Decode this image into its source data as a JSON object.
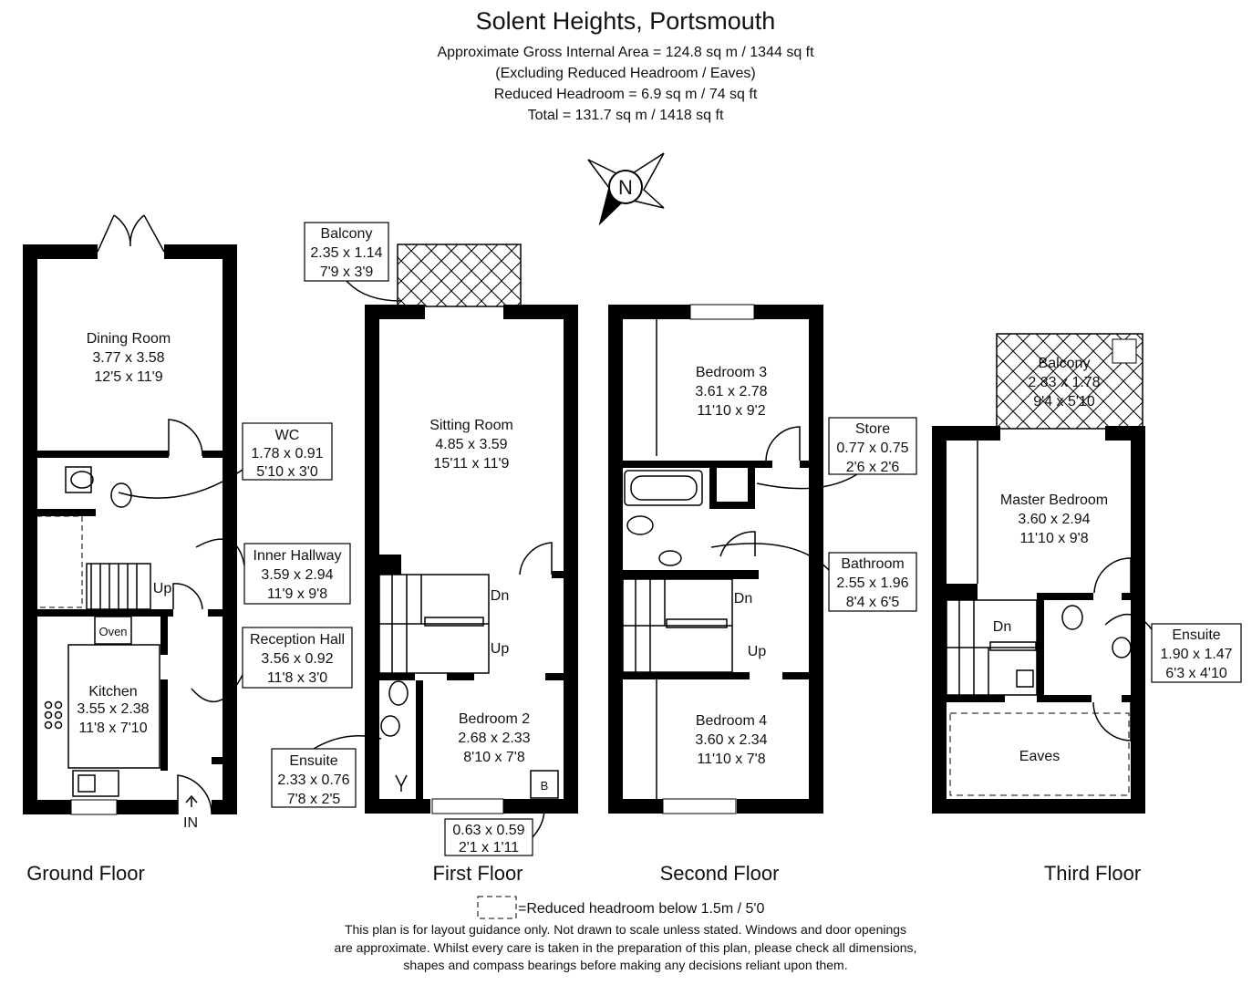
{
  "header": {
    "title": "Solent Heights, Portsmouth",
    "line1": "Approximate Gross Internal Area = 124.8 sq m / 1344 sq ft",
    "line2": "(Excluding Reduced Headroom / Eaves)",
    "line3": "Reduced Headroom = 6.9 sq m / 74 sq ft",
    "line4": "Total = 131.7 sq m / 1418 sq ft"
  },
  "compass": {
    "label": "N"
  },
  "floors": {
    "ground": "Ground Floor",
    "first": "First Floor",
    "second": "Second Floor",
    "third": "Third Floor"
  },
  "rooms": {
    "dining": {
      "name": "Dining Room",
      "metric": "3.77 x 3.58",
      "imperial": "12'5 x 11'9"
    },
    "wc": {
      "name": "WC",
      "metric": "1.78 x 0.91",
      "imperial": "5'10 x 3'0"
    },
    "inner_hall": {
      "name": "Inner Hallway",
      "metric": "3.59 x 2.94",
      "imperial": "11'9 x 9'8"
    },
    "reception": {
      "name": "Reception Hall",
      "metric": "3.56 x 0.92",
      "imperial": "11'8 x 3'0"
    },
    "kitchen": {
      "name": "Kitchen",
      "metric": "3.55 x 2.38",
      "imperial": "11'8 x 7'10"
    },
    "balcony1": {
      "name": "Balcony",
      "metric": "2.35 x 1.14",
      "imperial": "7'9 x 3'9"
    },
    "sitting": {
      "name": "Sitting Room",
      "metric": "4.85 x 3.59",
      "imperial": "15'11 x 11'9"
    },
    "ensuite1": {
      "name": "Ensuite",
      "metric": "2.33 x 0.76",
      "imperial": "7'8 x 2'5"
    },
    "bedroom2": {
      "name": "Bedroom 2",
      "metric": "2.68 x 2.33",
      "imperial": "8'10 x 7'8"
    },
    "cupboard": {
      "metric": "0.63 x 0.59",
      "imperial": "2'1 x 1'11"
    },
    "bedroom3": {
      "name": "Bedroom 3",
      "metric": "3.61 x 2.78",
      "imperial": "11'10 x 9'2"
    },
    "store": {
      "name": "Store",
      "metric": "0.77 x 0.75",
      "imperial": "2'6 x 2'6"
    },
    "bathroom": {
      "name": "Bathroom",
      "metric": "2.55 x 1.96",
      "imperial": "8'4 x 6'5"
    },
    "bedroom4": {
      "name": "Bedroom 4",
      "metric": "3.60 x 2.34",
      "imperial": "11'10 x 7'8"
    },
    "balcony2": {
      "name": "Balcony",
      "metric": "2.83 x 1.78",
      "imperial": "9'4 x 5'10"
    },
    "master": {
      "name": "Master Bedroom",
      "metric": "3.60 x 2.94",
      "imperial": "11'10 x 9'8"
    },
    "ensuite2": {
      "name": "Ensuite",
      "metric": "1.90 x 1.47",
      "imperial": "6'3 x 4'10"
    },
    "eaves": {
      "name": "Eaves"
    }
  },
  "labels": {
    "up": "Up",
    "dn": "Dn",
    "oven": "Oven",
    "in": "IN",
    "boiler": "B"
  },
  "legend": {
    "text": "=Reduced headroom below 1.5m / 5'0"
  },
  "disclaimer": {
    "line1": "This plan is for layout guidance only. Not drawn to scale unless stated. Windows and door openings",
    "line2": "are approximate. Whilst every care is taken in the preparation of this plan, please check all dimensions,",
    "line3": "shapes and compass bearings before making any decisions reliant upon them."
  }
}
